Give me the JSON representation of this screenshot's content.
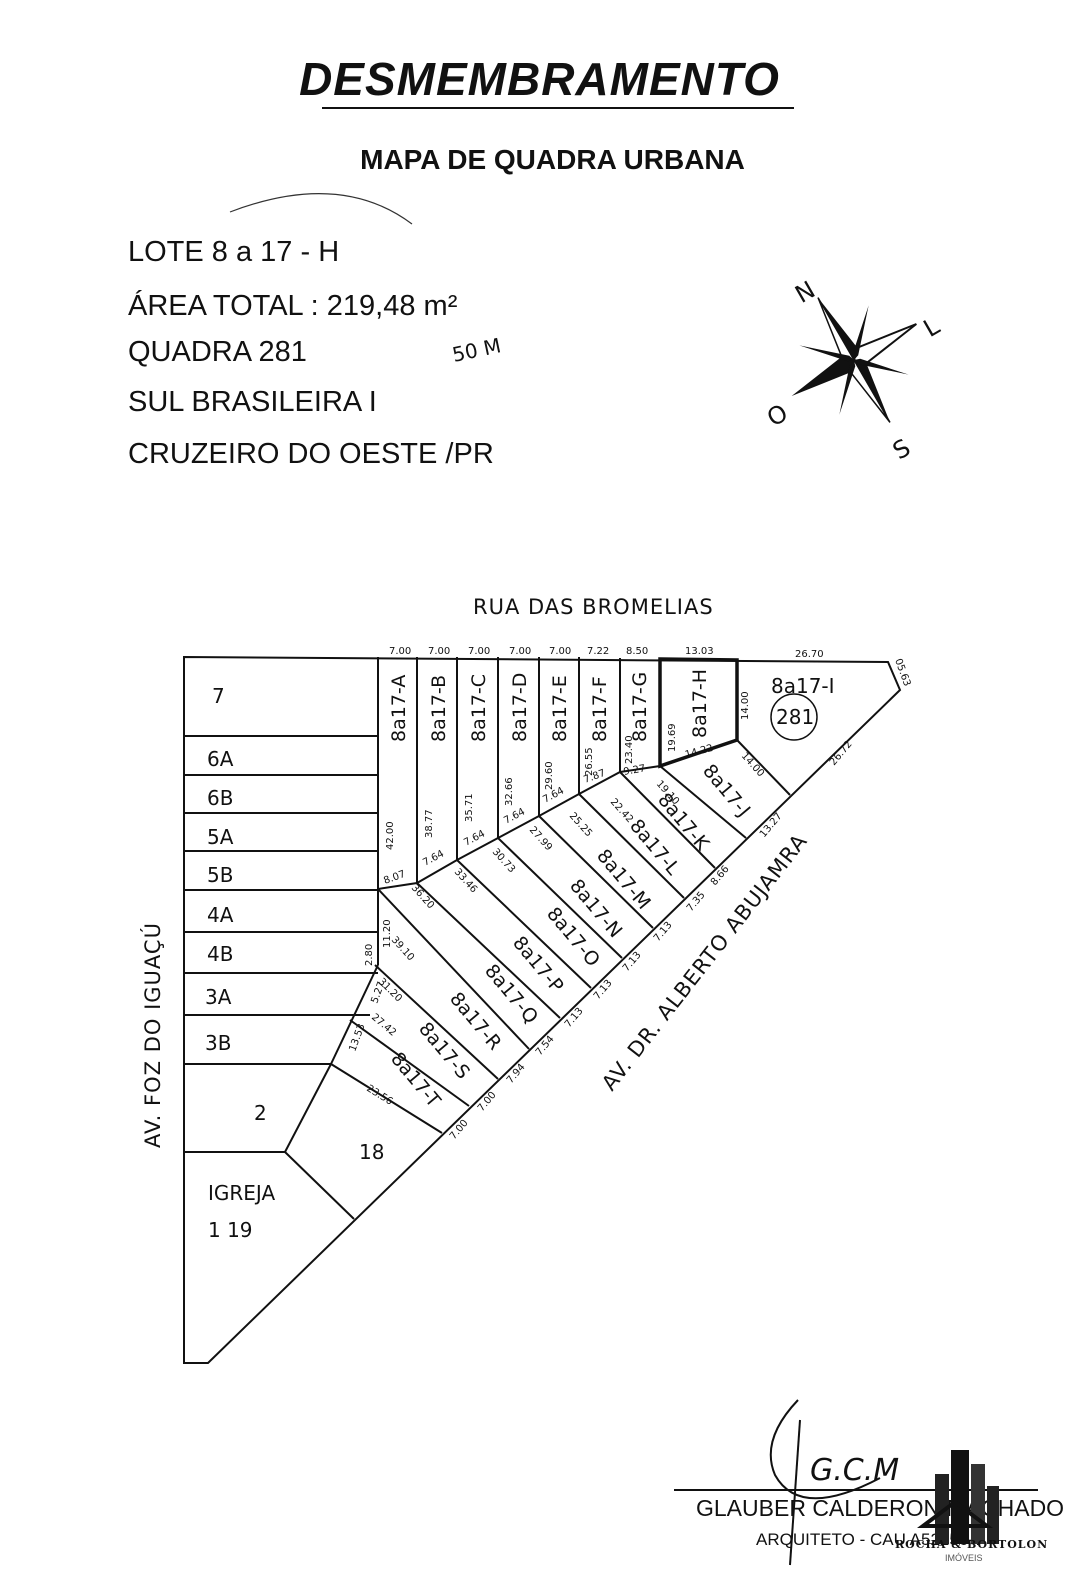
{
  "header": {
    "title": "DESMEMBRAMENTO",
    "subtitle": "MAPA DE QUADRA URBANA"
  },
  "info": {
    "lote": "LOTE  8  a 17 - H",
    "area": "ÁREA TOTAL :  219,48 m²",
    "quadra": "QUADRA 281",
    "bairro": "SUL BRASILEIRA I",
    "cidade": "CRUZEIRO DO OESTE /PR",
    "handwritten_note": "50 M"
  },
  "compass": {
    "n": "N",
    "l": "L",
    "s": "S",
    "o": "O"
  },
  "streets": {
    "top": "RUA DAS BROMELIAS",
    "left": "AV. FOZ DO IGUAÇÚ",
    "diagonal": "AV. DR. ALBERTO ABUJAMRA"
  },
  "map": {
    "left_lots": [
      "7",
      "6A",
      "6B",
      "5A",
      "5B",
      "4A",
      "4B",
      "3A",
      "3B",
      "2"
    ],
    "lot_18": "18",
    "igreja": "IGREJA",
    "igreja_lots": "1    19",
    "block_number": "281",
    "vertical_lots": [
      "8a17-A",
      "8a17-B",
      "8a17-C",
      "8a17-D",
      "8a17-E",
      "8a17-F",
      "8a17-G",
      "8a17-H"
    ],
    "lot_i": "8a17-I",
    "diagonal_lots": [
      "8a17-J",
      "8a17-K",
      "8a17-L",
      "8a17-M",
      "8a17-N",
      "8a17-O",
      "8a17-P",
      "8a17-Q",
      "8a17-R",
      "8a17-S",
      "8a17-T"
    ],
    "top_widths": [
      "7.00",
      "7.00",
      "7.00",
      "7.00",
      "7.00",
      "7.22",
      "8.50",
      "13.03",
      "26.70"
    ],
    "vertical_depths": [
      "42.00",
      "38.77",
      "35.71",
      "32.66",
      "29.60",
      "26.55",
      "23.40",
      "19.69",
      "14.00"
    ],
    "back_widths": [
      "8.07",
      "7.64",
      "7.64",
      "7.64",
      "7.64",
      "7.87",
      "9.27",
      "14.22"
    ],
    "diagonal_depths": [
      "14.00",
      "19.10",
      "22.42",
      "25.25",
      "27.99",
      "30.73",
      "33.46",
      "36.20",
      "39.10",
      "31.20",
      "27.42",
      "23.56"
    ],
    "frontage": [
      "26.72",
      "13.27",
      "8.66",
      "7.35",
      "7.13",
      "7.13",
      "7.13",
      "7.13",
      "7.54",
      "7.94",
      "7.00",
      "7.00"
    ],
    "misc_dims": [
      "05.63",
      "11.20",
      "2.80",
      "5.27",
      "13.53"
    ]
  },
  "signature": {
    "initials": "G.C.M",
    "name": "GLAUBER CALDERON MACHADO",
    "role": "ARQUITETO - CAU  A52256-7"
  },
  "logo": {
    "name": "ROCHA & BORTOLON",
    "sub": "IMÓVEIS"
  }
}
